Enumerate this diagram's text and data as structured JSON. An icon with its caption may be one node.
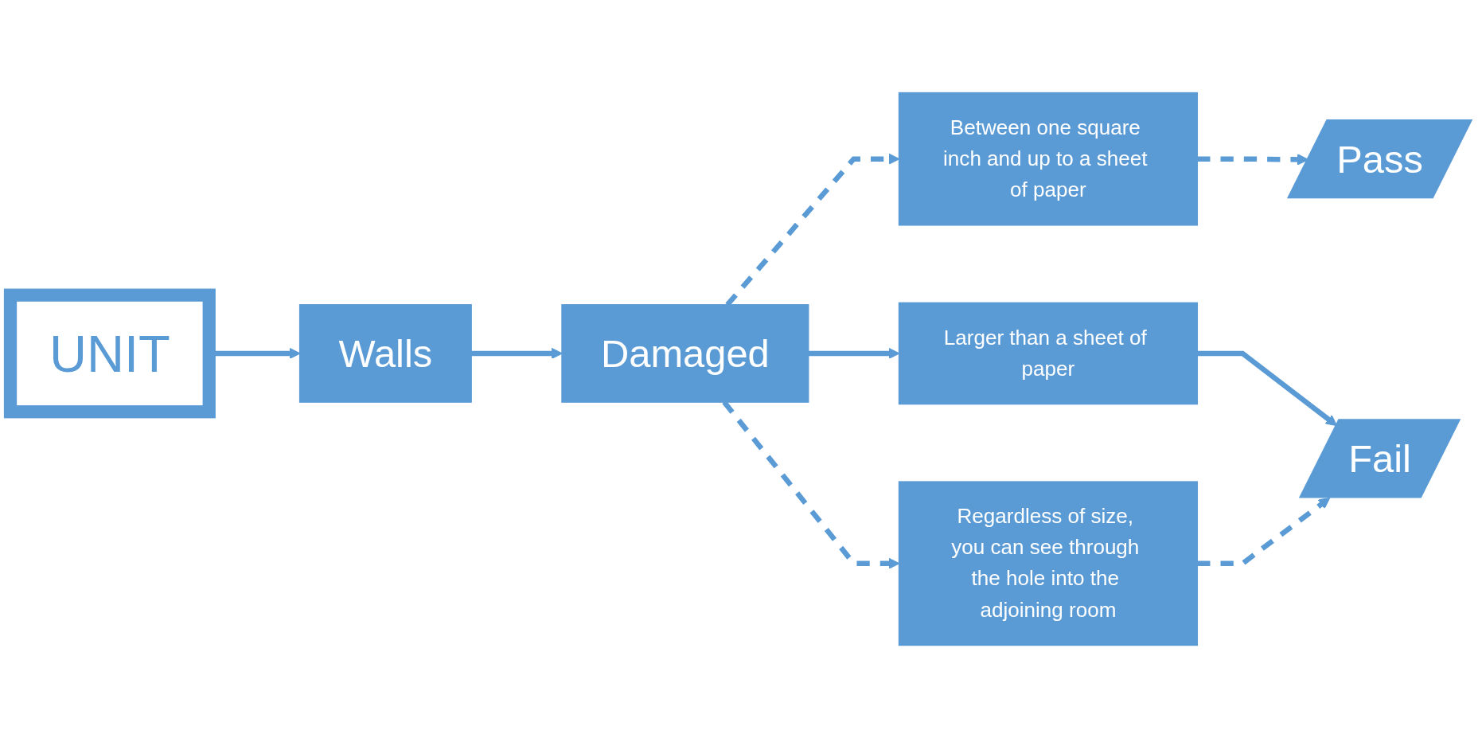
{
  "diagram": {
    "nodes": [
      {
        "text": [
          "UNIT"
        ]
      },
      {
        "text": [
          "Walls"
        ]
      },
      {
        "text": [
          "Damaged"
        ]
      },
      {
        "text": [
          "Between one square inch and up to a sheet of paper"
        ]
      },
      {
        "text": [
          "Pass"
        ]
      },
      {
        "text": [
          "Larger than a sheet of paper"
        ]
      },
      {
        "text": [
          "Fail"
        ]
      },
      {
        "text": [
          "Regardless of size, you can see through the hole into the adjoining room"
        ]
      }
    ],
    "edges": [
      {
        "from": 0,
        "to": 1,
        "arrow": "to"
      },
      {
        "from": 1,
        "to": 2,
        "arrow": "to"
      },
      {
        "from": 2,
        "to": 3,
        "arrow": "to",
        "style": "dashed"
      },
      {
        "from": 3,
        "to": 4,
        "arrow": "to",
        "style": "dashed"
      },
      {
        "from": 2,
        "to": 5,
        "arrow": "to"
      },
      {
        "from": 5,
        "to": 6,
        "arrow": "to"
      },
      {
        "from": 2,
        "to": 7,
        "arrow": "to",
        "style": "dashed"
      },
      {
        "from": 7,
        "to": 6,
        "arrow": "to",
        "style": "dashed"
      }
    ]
  }
}
